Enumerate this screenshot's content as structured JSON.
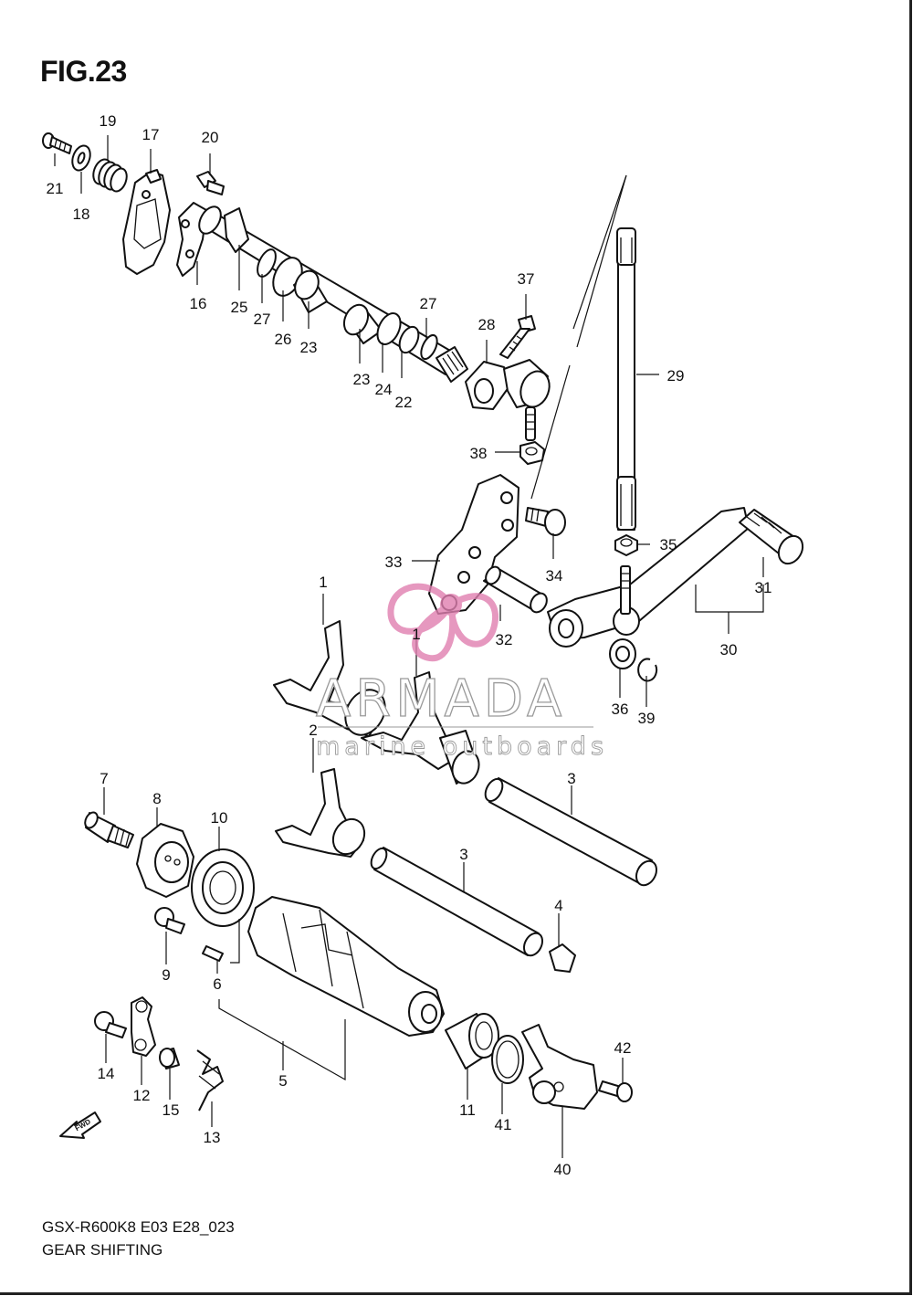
{
  "figure": {
    "title": "FIG.23"
  },
  "footer": {
    "model_code": "GSX-R600K8 E03 E28_023",
    "section": "GEAR SHIFTING"
  },
  "watermark": {
    "brand": "ARMADA",
    "tagline": "marine outboards",
    "logo_color": "#e07fb0"
  },
  "fwd_label": "FWD",
  "callouts": [
    {
      "id": "c1",
      "text": "21"
    },
    {
      "id": "c2",
      "text": "18"
    },
    {
      "id": "c3",
      "text": "19"
    },
    {
      "id": "c4",
      "text": "17"
    },
    {
      "id": "c5",
      "text": "20"
    },
    {
      "id": "c6",
      "text": "16"
    },
    {
      "id": "c7",
      "text": "25"
    },
    {
      "id": "c8",
      "text": "27"
    },
    {
      "id": "c9",
      "text": "26"
    },
    {
      "id": "c10",
      "text": "23"
    },
    {
      "id": "c11",
      "text": "23"
    },
    {
      "id": "c12",
      "text": "24"
    },
    {
      "id": "c13",
      "text": "22"
    },
    {
      "id": "c14",
      "text": "27"
    },
    {
      "id": "c15",
      "text": "28"
    },
    {
      "id": "c16",
      "text": "37"
    },
    {
      "id": "c17",
      "text": "38"
    },
    {
      "id": "c18",
      "text": "29"
    },
    {
      "id": "c19",
      "text": "33"
    },
    {
      "id": "c20",
      "text": "34"
    },
    {
      "id": "c21",
      "text": "35"
    },
    {
      "id": "c22",
      "text": "31"
    },
    {
      "id": "c23",
      "text": "32"
    },
    {
      "id": "c24",
      "text": "30"
    },
    {
      "id": "c25",
      "text": "36"
    },
    {
      "id": "c26",
      "text": "39"
    },
    {
      "id": "c27",
      "text": "1"
    },
    {
      "id": "c28",
      "text": "1"
    },
    {
      "id": "c29",
      "text": "2"
    },
    {
      "id": "c30",
      "text": "3"
    },
    {
      "id": "c31",
      "text": "3"
    },
    {
      "id": "c32",
      "text": "4"
    },
    {
      "id": "c33",
      "text": "7"
    },
    {
      "id": "c34",
      "text": "8"
    },
    {
      "id": "c35",
      "text": "10"
    },
    {
      "id": "c36",
      "text": "9"
    },
    {
      "id": "c37",
      "text": "6"
    },
    {
      "id": "c38",
      "text": "5"
    },
    {
      "id": "c39",
      "text": "11"
    },
    {
      "id": "c40",
      "text": "41"
    },
    {
      "id": "c41",
      "text": "40"
    },
    {
      "id": "c42",
      "text": "42"
    },
    {
      "id": "c43",
      "text": "14"
    },
    {
      "id": "c44",
      "text": "12"
    },
    {
      "id": "c45",
      "text": "15"
    },
    {
      "id": "c46",
      "text": "13"
    }
  ]
}
